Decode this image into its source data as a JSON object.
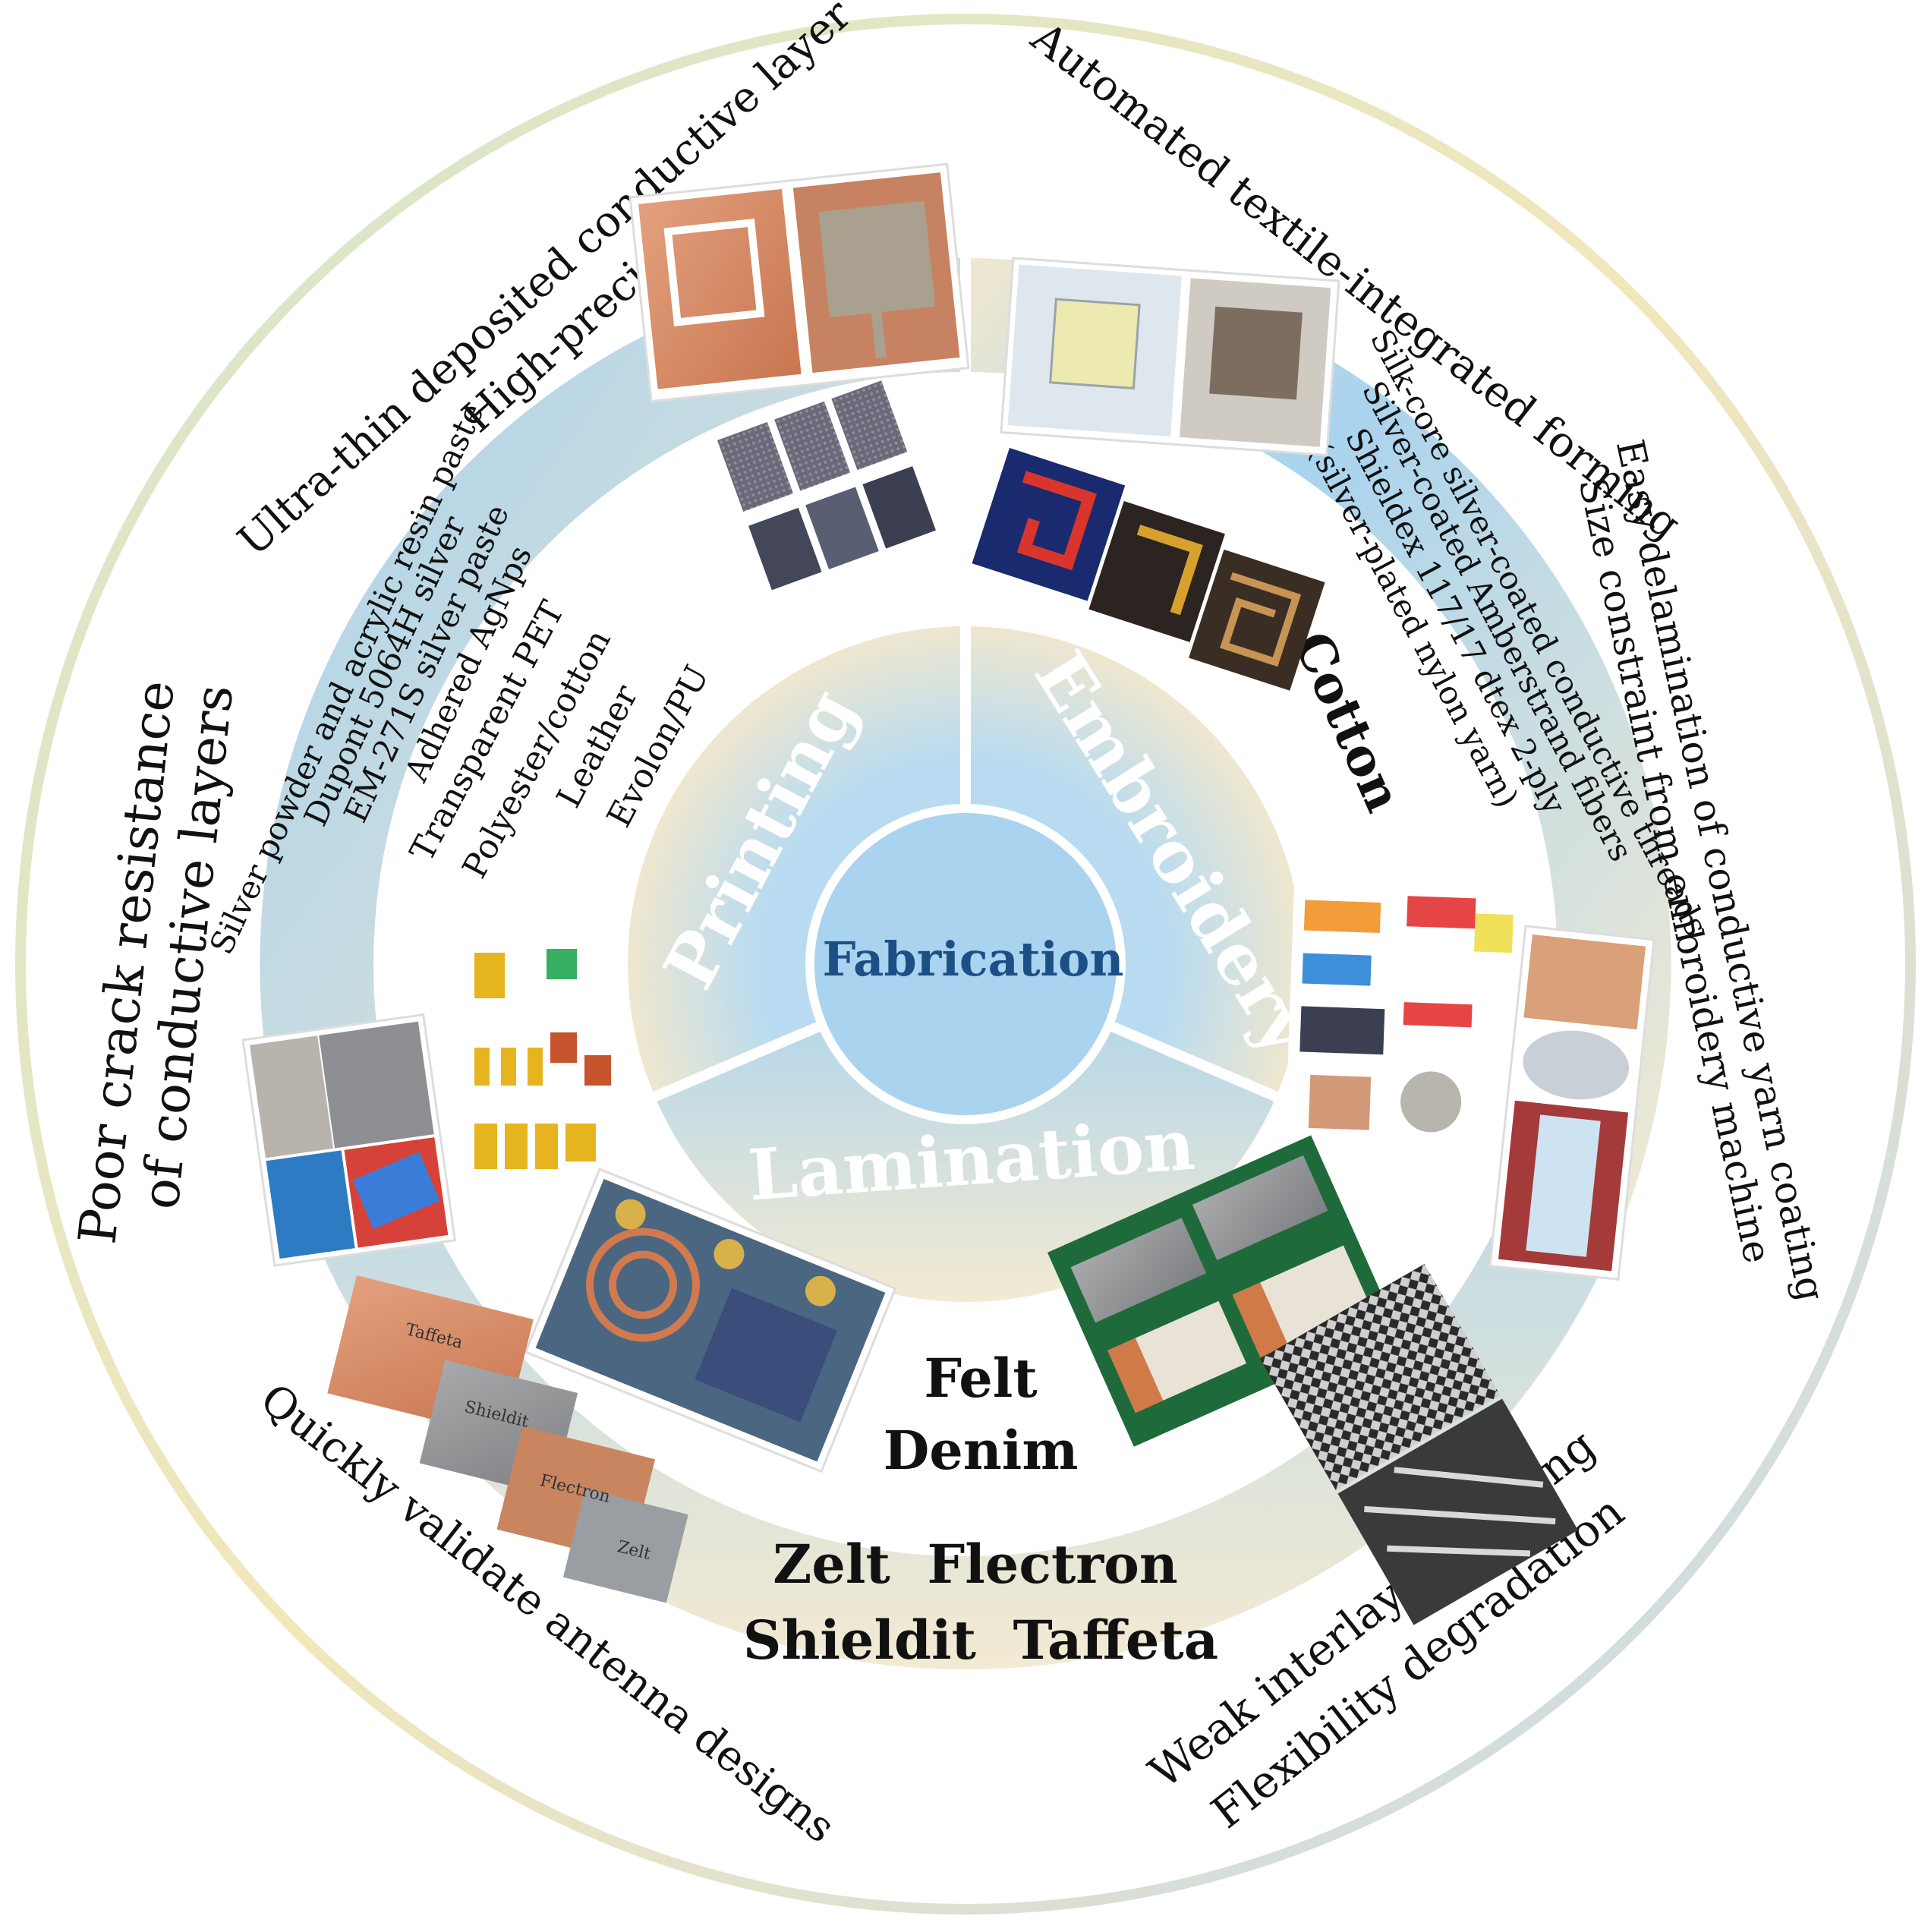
{
  "center": {
    "title": "Fabrication"
  },
  "methods": [
    {
      "name": "Printing"
    },
    {
      "name": "Embroidery"
    },
    {
      "name": "Lamination"
    }
  ],
  "substrates": {
    "printing": [
      "Transparent PET",
      "Polyester/cotton",
      "Leather",
      "Evolon/PU"
    ],
    "embroidery": [
      "Cotton"
    ],
    "lamination": [
      "Felt",
      "Denim"
    ]
  },
  "materials": {
    "printing": [
      "Silver powder and acrylic resin paste",
      "Dupont 5064H silver",
      "EM-271S silver paste",
      "Adhered AgNps"
    ],
    "embroidery": [
      "Silk-core silver-coated conductive threads",
      "Silver-coated Amberstrand fibers",
      "Shieldex 117/17 dtex 2-ply",
      "(silver-plated nylon yarn)"
    ],
    "lamination": [
      "Zelt  Flectron",
      "Shieldit  Taffeta"
    ]
  },
  "advantages": {
    "printing": [
      "Ultra-thin deposited conductive layer",
      "High-precision"
    ],
    "embroidery": [
      "Automated textile-integrated forming"
    ],
    "lamination": [
      "Quickly validate antenna designs"
    ]
  },
  "limitations": {
    "printing": [
      "Poor crack resistance",
      "of conductive layers"
    ],
    "embroidery": [
      "Easy delamination of conductive yarn coating",
      "Size constraint from embroidery machine"
    ],
    "lamination": [
      "Weak interlayer bonding",
      "Flexibility degradation"
    ]
  },
  "photo_labels": [
    "Taffeta",
    "Shieldit",
    "Flectron",
    "Zelt"
  ],
  "colors": {
    "ring_blue": "#a9d3ee",
    "ring_cream": "#f3ead2",
    "center_text": "#1d4f86",
    "outer_ring_green": "#cfe3c8",
    "outer_ring_yellow": "#f1e6b4",
    "outer_ring_blue": "#c6d7ea"
  }
}
